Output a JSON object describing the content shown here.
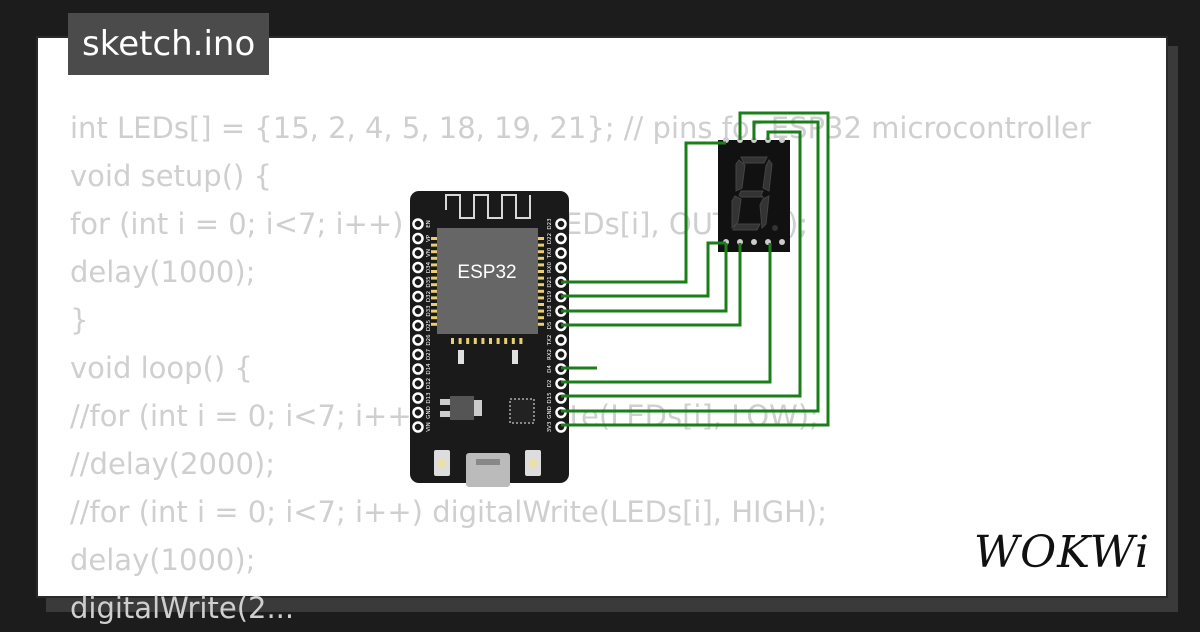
{
  "file_tab": {
    "label": "sketch.ino"
  },
  "code_lines": [
    "int LEDs[] = {15, 2, 4, 5, 18, 19, 21}; // pins for ESP32 microcontroller",
    "void setup() {",
    "for (int i = 0; i<7; i++) pinMode(LEDs[i], OUTPUT);",
    "delay(1000);",
    "}",
    "void loop() {",
    "//for (int i = 0; i<7; i++) digitalWrite(LEDs[i], LOW);",
    "//delay(2000);",
    "//for (int i = 0; i<7; i++) digitalWrite(LEDs[i], HIGH);",
    "delay(1000);",
    "digitalWrite(2..."
  ],
  "board": {
    "chip_label": "ESP32",
    "left_pins": [
      "EN",
      "VP",
      "VN",
      "D34",
      "D35",
      "D32",
      "D33",
      "D25",
      "D26",
      "D27",
      "D14",
      "D12",
      "D13",
      "GND",
      "VIN"
    ],
    "right_pins": [
      "D23",
      "D22",
      "TX0",
      "RX0",
      "D21",
      "D19",
      "D18",
      "D5",
      "TX2",
      "RX2",
      "D4",
      "D2",
      "D15",
      "GND",
      "3V3"
    ]
  },
  "display": {
    "digit": "8"
  },
  "brand": {
    "logo": "WOKWi"
  },
  "colors": {
    "wire": "#1a7f1a",
    "board": "#1a1a1a",
    "chip": "#666666",
    "code_text": "#cfcfcf",
    "badge_bg": "#4b4b4b"
  }
}
